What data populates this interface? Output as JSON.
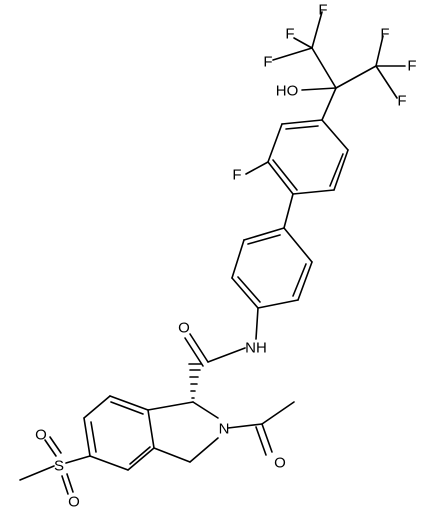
{
  "structure": {
    "atoms": {
      "F1": "F",
      "F2": "F",
      "F3": "F",
      "F4": "F",
      "F5": "F",
      "F6": "F",
      "HO": "HO",
      "F_aryl": "F",
      "NH": "NH",
      "O_amide": "O",
      "N_ring": "N",
      "O_acetyl": "O",
      "S": "S",
      "O_s1": "O",
      "O_s2": "O"
    }
  }
}
